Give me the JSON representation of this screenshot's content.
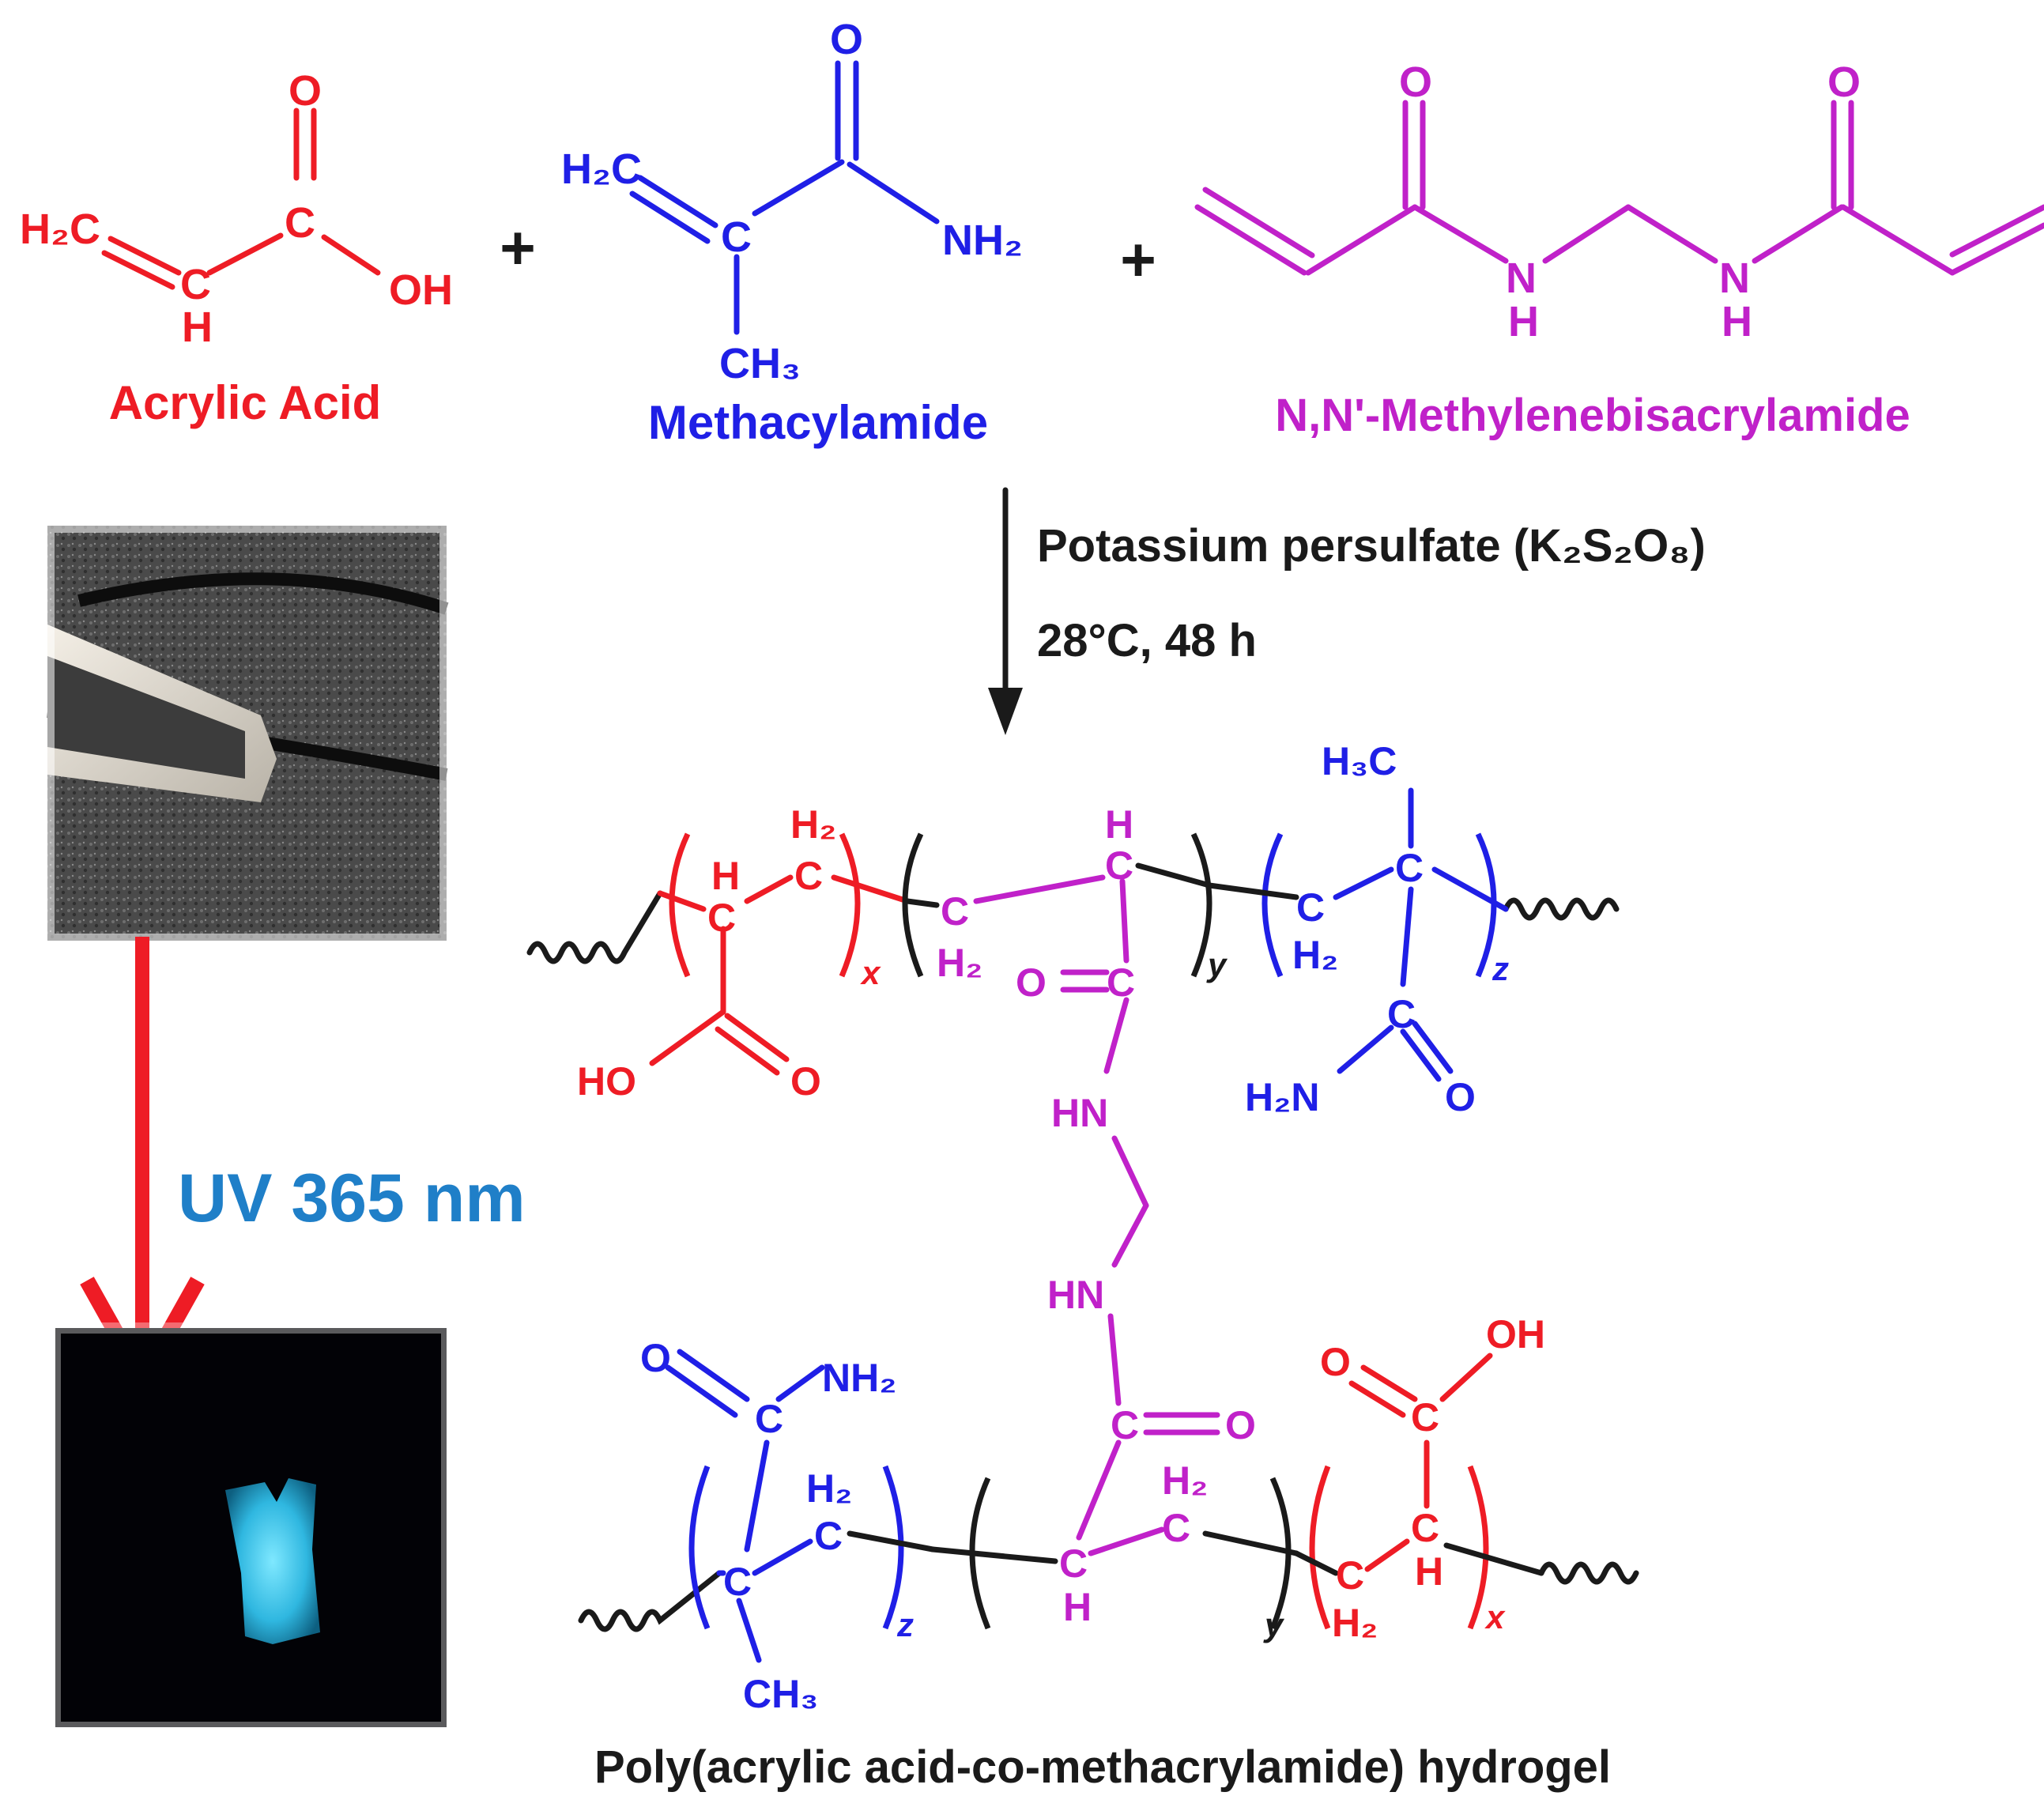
{
  "colors": {
    "acrylic_acid": "#ee1c25",
    "methacrylamide": "#1f1fe6",
    "mbaa": "#c021c9",
    "uv_label": "#1f7fc8",
    "arrow_red": "#ee1c25",
    "text": "#1a1a1a"
  },
  "reactants": {
    "plus": "+",
    "acrylic_acid": {
      "name": "Acrylic Acid",
      "atoms": {
        "h2c": "H₂C",
        "c_vinyl": "C",
        "h_vinyl": "H",
        "c_carbonyl": "C",
        "o": "O",
        "oh": "OH"
      }
    },
    "methacrylamide": {
      "name": "Methacylamide",
      "atoms": {
        "h2c": "H₂C",
        "c": "C",
        "ch3": "CH₃",
        "o": "O",
        "nh2": "NH₂"
      }
    },
    "mbaa": {
      "name": "N,N'-Methylenebisacrylamide",
      "atoms": {
        "o1": "O",
        "o2": "O",
        "n1": "N",
        "h1": "H",
        "n2": "N",
        "h2": "H"
      }
    }
  },
  "reaction": {
    "reagent": "Potassium persulfate (K₂S₂O₈)",
    "conditions": "28°C, 48 h"
  },
  "photos": {
    "uv_label": "UV 365 nm",
    "top_photo_icon": "gel-in-tweezers-photo",
    "bottom_photo_icon": "fluorescent-gel-photo"
  },
  "product": {
    "name": "Poly(acrylic acid-co-methacrylamide) hydrogel",
    "subscripts": {
      "x": "x",
      "y": "y",
      "z": "z"
    },
    "atoms": {
      "c": "C",
      "h": "H",
      "h2": "H₂",
      "h3c": "H₃C",
      "ch3": "CH₃",
      "ho": "HO",
      "oh": "OH",
      "o": "O",
      "hn": "HN",
      "h2n": "H₂N",
      "nh2": "NH₂"
    }
  }
}
